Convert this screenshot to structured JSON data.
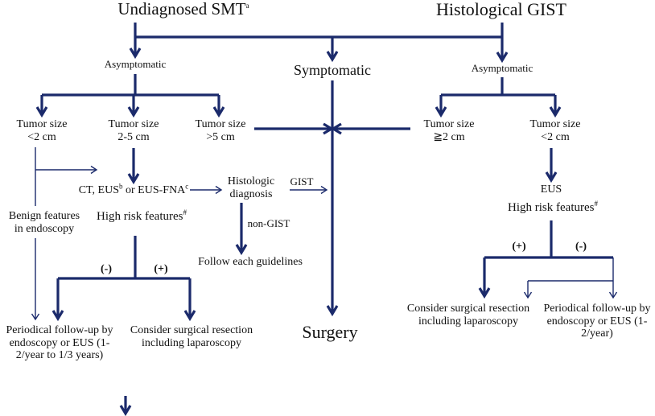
{
  "colors": {
    "arrow": "#1b2a6b",
    "text": "#111111",
    "background": "#ffffff"
  },
  "nodes": {
    "undiagnosed_smt": {
      "text": "Undiagnosed SMT",
      "sup": "a"
    },
    "histological_gist": {
      "text": "Histological GIST"
    },
    "asymptomatic_left": {
      "text": "Asymptomatic"
    },
    "symptomatic": {
      "text": "Symptomatic"
    },
    "asymptomatic_right": {
      "text": "Asymptomatic"
    },
    "size_lt2_left": {
      "line1": "Tumor size",
      "line2": "<2 cm"
    },
    "size_2_5": {
      "line1": "Tumor size",
      "line2": "2-5 cm"
    },
    "size_gt5": {
      "line1": "Tumor size",
      "line2": ">5 cm"
    },
    "size_ge2_right": {
      "line1": "Tumor size",
      "line2": "≧2 cm"
    },
    "size_lt2_right": {
      "line1": "Tumor size",
      "line2": "<2 cm"
    },
    "ct_eus": {
      "part1": "CT, EUS",
      "sup1": "b",
      "part2": " or EUS-FNA",
      "sup2": "c"
    },
    "histologic_diagnosis": {
      "line1": "Histologic",
      "line2": "diagnosis"
    },
    "gist_label": {
      "text": "GIST"
    },
    "non_gist_label": {
      "text": "non-GIST"
    },
    "follow_guidelines": {
      "text": "Follow each guidelines"
    },
    "benign_features": {
      "line1": "Benign features",
      "line2": "in endoscopy"
    },
    "high_risk_left": {
      "text": "High risk features",
      "sup": "#"
    },
    "minus_left": {
      "text": "(-)"
    },
    "plus_left": {
      "text": "(+)"
    },
    "periodical_left": {
      "line1": "Periodical follow-up by",
      "line2": "endoscopy or EUS (1-",
      "line3": "2/year to 1/3 years)"
    },
    "resection_left": {
      "line1": "Consider surgical resection",
      "line2": "including laparoscopy"
    },
    "surgery": {
      "text": "Surgery"
    },
    "eus_right": {
      "text": "EUS"
    },
    "high_risk_right": {
      "text": "High risk features",
      "sup": "#"
    },
    "plus_right": {
      "text": "(+)"
    },
    "minus_right": {
      "text": "(-)"
    },
    "resection_right": {
      "line1": "Consider surgical resection",
      "line2": "including laparoscopy"
    },
    "periodical_right": {
      "line1": "Periodical follow-up by",
      "line2": "endoscopy or EUS (1-",
      "line3": "2/year)"
    }
  }
}
